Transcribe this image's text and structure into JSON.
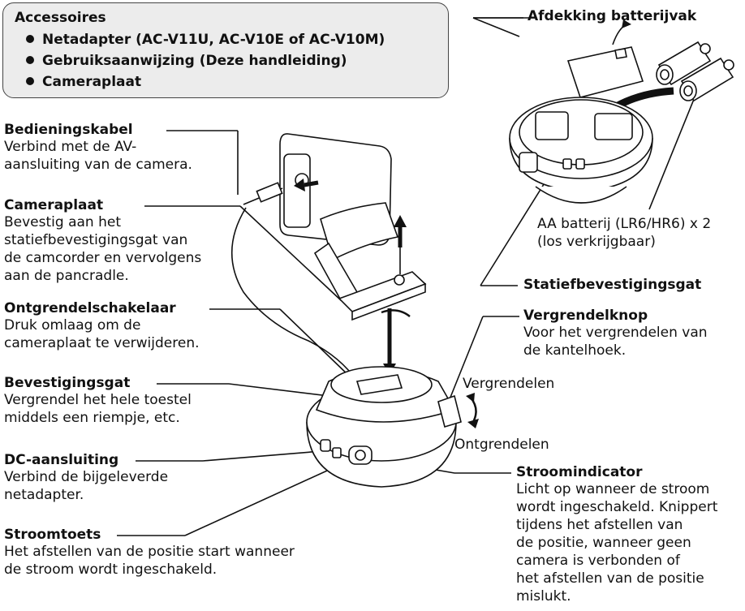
{
  "accessories": {
    "title": "Accessoires",
    "items": [
      "Netadapter (AC-V11U, AC-V10E of AC-V10M)",
      "Gebruiksaanwijzing (Deze handleiding)",
      "Cameraplaat"
    ]
  },
  "callouts": {
    "bedieningskabel": {
      "title": "Bedieningskabel",
      "lines": [
        "Verbind met de AV-",
        "aansluiting van de camera."
      ]
    },
    "cameraplaat": {
      "title": "Cameraplaat",
      "lines": [
        "Bevestig aan het",
        "statiefbevestigingsgat van",
        "de camcorder en vervolgens",
        "aan de pancradle."
      ]
    },
    "ontgrendelschakelaar": {
      "title": "Ontgrendelschakelaar",
      "lines": [
        "Druk omlaag om de",
        "cameraplaat te verwijderen."
      ]
    },
    "bevestigingsgat": {
      "title": "Bevestigingsgat",
      "lines": [
        "Vergrendel het hele toestel",
        "middels een riempje, etc."
      ]
    },
    "dc_aansluiting": {
      "title": "DC-aansluiting",
      "lines": [
        "Verbind de bijgeleverde",
        "netadapter."
      ]
    },
    "stroomtoets": {
      "title": "Stroomtoets",
      "lines": [
        "Het afstellen van de positie start wanneer",
        "de stroom wordt ingeschakeld."
      ]
    },
    "afdekking": {
      "title": "Afdekking batterijvak"
    },
    "batterij": {
      "lines": [
        "AA batterij (LR6/HR6) x 2",
        "(los verkrijgbaar)"
      ]
    },
    "statiefbevestigingsgat": {
      "title": "Statiefbevestigingsgat"
    },
    "vergrendelknop": {
      "title": "Vergrendelknop",
      "lines": [
        "Voor het vergrendelen van",
        "de kantelhoek."
      ]
    },
    "vergrendelen": "Vergrendelen",
    "ontgrendelen": "Ontgrendelen",
    "stroomindicator": {
      "title": "Stroomindicator",
      "lines": [
        "Licht op wanneer de stroom",
        "wordt ingeschakeld. Knippert",
        "tijdens het afstellen van",
        "de positie, wanneer geen",
        "camera is verbonden of",
        "het afstellen van de positie",
        "mislukt."
      ]
    }
  }
}
